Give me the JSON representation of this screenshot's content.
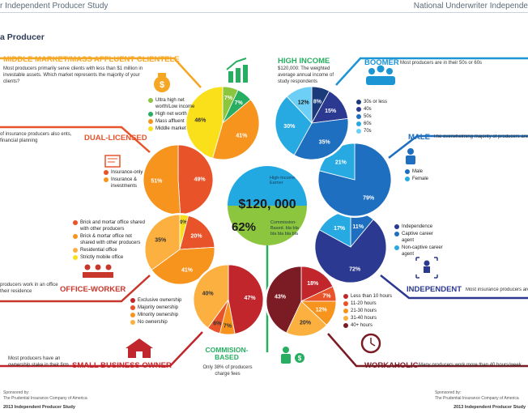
{
  "header": {
    "left": "r Independent Producer Study",
    "right": "National Underwriter Independe",
    "page_title": "a Producer"
  },
  "colors": {
    "middle_market": "#f5a623",
    "dual": "#e8532a",
    "office": "#c8372b",
    "small_biz": "#c0262b",
    "commission": "#27ae60",
    "workaholic": "#7b1c24",
    "independent": "#2b3990",
    "male": "#1f6fc0",
    "boomer": "#1b95d4",
    "high_income": "#2aaae2"
  },
  "center": {
    "income_value": "$120, 000",
    "income_label": "High-Income Earner",
    "commission_value": "62%",
    "commission_label": "Commission-Based. bla bla bla bla bla bla"
  },
  "middle_market": {
    "title": "MIDDLE MARKET/MASS AFFLUENT CLIENTELE",
    "text": "Most producers primarily serve clients with less than $1 million in investable assets. Which market represents the majority of your clients?",
    "legend": [
      "Ultra high net worth/Low income",
      "High net worth",
      "Mass affluent",
      "Middle market"
    ],
    "labels": [
      "7%",
      "7%",
      "41%",
      "46%"
    ]
  },
  "dual": {
    "title": "DUAL-LICENSED",
    "text": "of insurance producers also ents, financial planning",
    "legend": [
      "Insurance-only",
      "Insurance & investments"
    ],
    "labels": [
      "49%",
      "51%"
    ]
  },
  "office": {
    "title": "OFFICE-WORKER",
    "text": "producers work in an office their residence",
    "legend": [
      "Brick and mortar office shared with other producers",
      "Brick & mortar office not shared with other producers",
      "Residential office",
      "Strictly mobile office"
    ],
    "labels": [
      "4%",
      "20%",
      "41%",
      "35%"
    ]
  },
  "small_biz": {
    "title": "SMALL BUSINESS OWNER",
    "text": "Most producers have an ownership stake in their firm",
    "legend": [
      "Exclusive ownership",
      "Majority ownership",
      "Minority ownership",
      "No ownership"
    ],
    "labels": [
      "47%",
      "7%",
      "6%",
      "40%"
    ]
  },
  "commission": {
    "title": "COMMISION-BASED",
    "text": "Only 38% of producers charge fees"
  },
  "workaholic": {
    "title": "WORKAHOLIC",
    "text": "Many producers work more than 40 hours/week",
    "legend": [
      "Less than 10 hours",
      "11-20 hours",
      "21-30 hours",
      "31-40 hours",
      "40+ hours"
    ],
    "labels": [
      "18%",
      "7%",
      "12%",
      "20%",
      "43%"
    ]
  },
  "independent": {
    "title": "INDEPENDENT",
    "text": "Most insurance producers are",
    "legend": [
      "Independence",
      "Captive career agent",
      "Non-captive career agent"
    ],
    "labels": [
      "11%",
      "72%",
      "17%"
    ]
  },
  "male": {
    "title": "MALE",
    "text": "The overwhelming majority of producers are",
    "legend": [
      "Male",
      "Female"
    ],
    "labels": [
      "79%",
      "21%"
    ]
  },
  "boomer": {
    "title": "BOOMER",
    "text": "Most producers are in their 50s or 60s",
    "legend": [
      "30s or less",
      "40s",
      "50s",
      "60s",
      "70s"
    ],
    "labels": [
      "8%",
      "15%",
      "35%",
      "30%",
      "12%"
    ]
  },
  "high_income": {
    "title": "HIGH INCOME",
    "text": "$120,000: The weighted average annual income of study respondents"
  },
  "footer": {
    "left_sponsor": "Sponsored by:",
    "left_company": "The Prudential Insurance Company of America",
    "left_study": "2013 Independent Producer Study",
    "right_sponsor": "Sponsored by:",
    "right_company": "The Prudential Insurance Company of America",
    "right_study": "2013 Independent Producer Study"
  }
}
